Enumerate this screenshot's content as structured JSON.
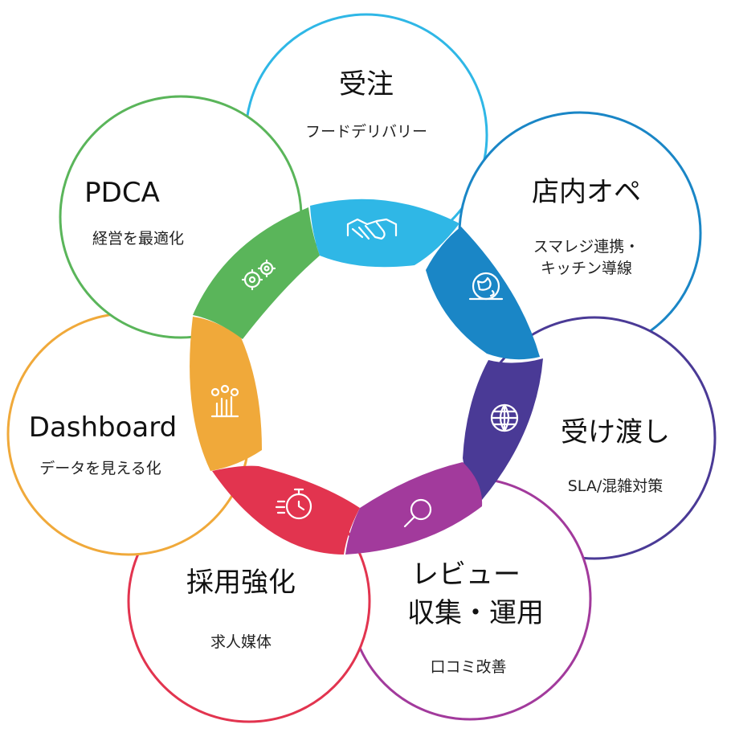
{
  "colors": {
    "juchu": "#2fb7e6",
    "tennai": "#1a86c6",
    "ukewatashi": "#4a3a96",
    "review": "#a23a9c",
    "saiyo": "#e2344f",
    "dashboard": "#f0a93a",
    "pdca": "#5ab55a"
  },
  "steps": [
    {
      "title": "受注",
      "subtitle": "フードデリバリー",
      "icon": "handshake-icon"
    },
    {
      "title": "店内オペ",
      "subtitle_lines": [
        "スマレジ連携・",
        "キッチン導線"
      ],
      "icon": "globe-map-icon"
    },
    {
      "title": "受け渡し",
      "subtitle": "SLA/混雑対策",
      "icon": "globe-icon"
    },
    {
      "title_lines": [
        "レビュー",
        "収集・運用"
      ],
      "subtitle": "口コミ改善",
      "icon": "magnifier-icon"
    },
    {
      "title": "採用強化",
      "subtitle": "求人媒体",
      "icon": "stopwatch-icon"
    },
    {
      "title": "Dashboard",
      "subtitle": "データを見える化",
      "icon": "people-chart-icon"
    },
    {
      "title": "PDCA",
      "subtitle": "経営を最適化",
      "icon": "gears-icon"
    }
  ]
}
